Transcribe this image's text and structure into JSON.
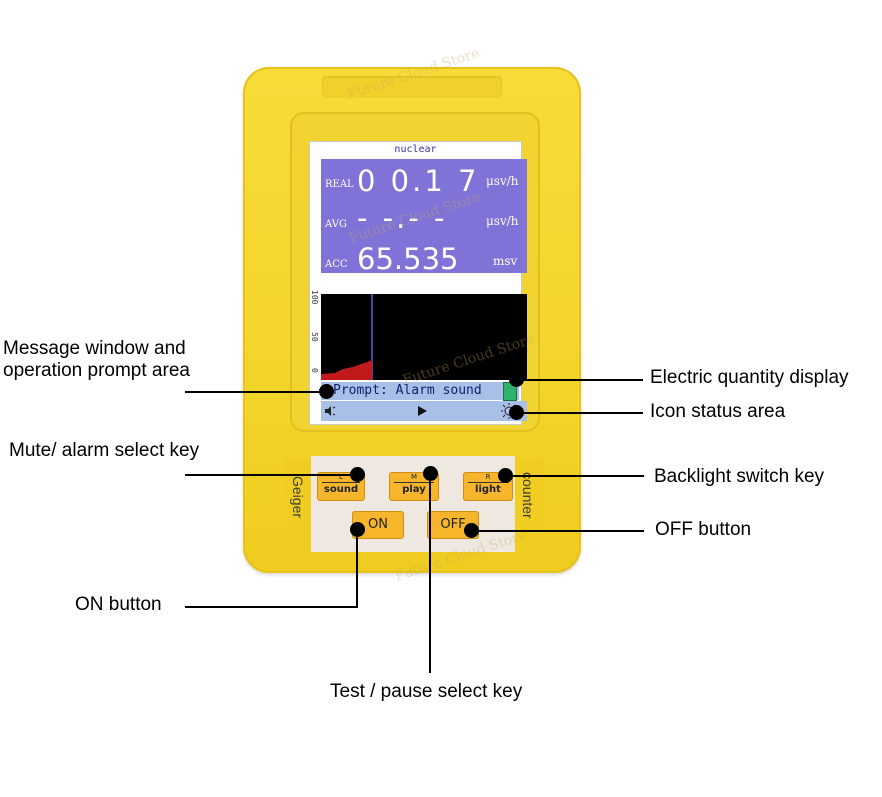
{
  "screen": {
    "title": "nuclear",
    "real": {
      "label": "REAL",
      "value": "0 0.1 7",
      "unit": "μsv/h"
    },
    "avg": {
      "label": "AVG",
      "value": "- -.- -",
      "unit": "μsv/h"
    },
    "acc": {
      "label": "ACC",
      "value": "65.535",
      "unit": "msv"
    },
    "scale_ticks": [
      "100",
      "50",
      "0"
    ],
    "prompt": "Prompt: Alarm sound",
    "icons": [
      "speaker-icon",
      "play-icon",
      "brightness-icon",
      "battery-icon"
    ]
  },
  "keypad": {
    "left_label": "Geiger",
    "right_label": "counter",
    "keys": [
      {
        "top": "L",
        "bottom": "sound"
      },
      {
        "top": "M",
        "bottom": "play"
      },
      {
        "top": "R",
        "bottom": "light"
      }
    ],
    "on_label": "ON",
    "off_label": "OFF"
  },
  "callouts": {
    "message_window": "Message window and\noperation prompt area",
    "mute_key": "Mute/ alarm select key",
    "on_button": "ON button",
    "test_pause": "Test / pause select key",
    "electric_quantity": "Electric quantity display",
    "icon_status": "Icon status area",
    "backlight_key": "Backlight switch key",
    "off_button": "OFF button"
  },
  "watermark": "Future Cloud Store"
}
